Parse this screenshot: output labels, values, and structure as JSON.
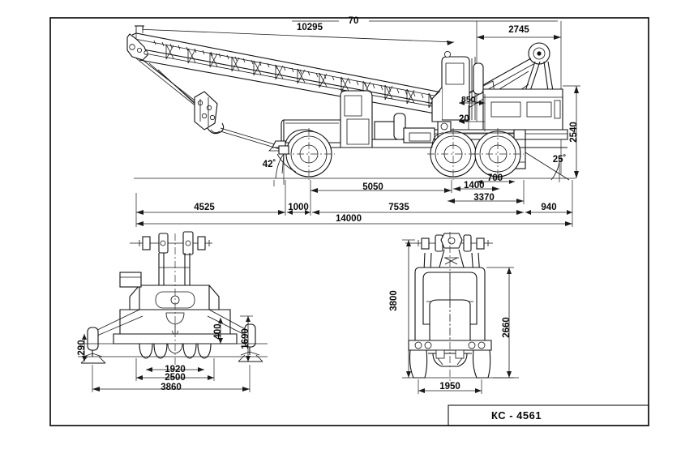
{
  "drawing": {
    "title_block": {
      "designation": "КС - 4561"
    },
    "views": {
      "side": "side-elevation",
      "rear": "rear-elevation-outriggers",
      "front": "front-elevation"
    }
  },
  "dimensions": {
    "side_view": {
      "boom_length": "10295",
      "boom_angle_top": "70",
      "counterweight_rear": "2745",
      "hook_angle": "42˚",
      "departure_angle": "25˚",
      "overall_height": "2540",
      "mast_height": "850",
      "mast_offset": "20",
      "wheelbase": "5050",
      "axle_spacing": "1400",
      "rear_overhang_part": "700",
      "rear_group": "3370",
      "front_overhang": "4525",
      "front_segment": "1000",
      "mid_segment": "7535",
      "rear_segment": "940",
      "overall_length": "14000"
    },
    "rear_view": {
      "outrigger_pad_height": "290",
      "outrigger_drop": "400",
      "outrigger_side_height": "1690",
      "track_inner": "1920",
      "track_outer": "2500",
      "outrigger_span": "3860"
    },
    "front_view": {
      "overall_height": "3800",
      "body_height": "2660",
      "front_track": "1950"
    }
  }
}
